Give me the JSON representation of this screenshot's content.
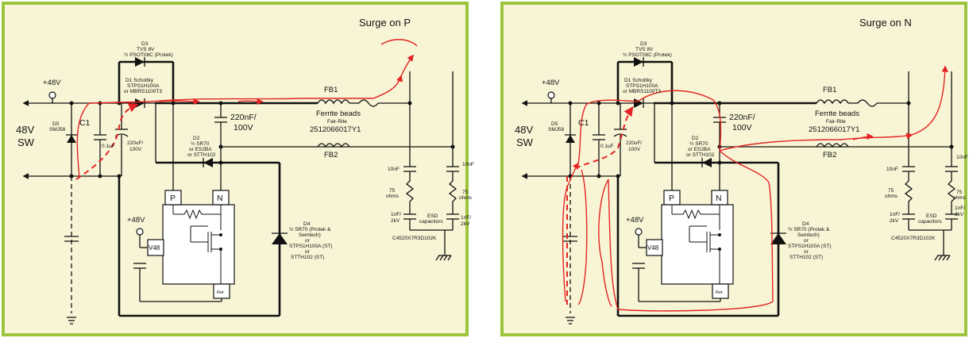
{
  "panels": [
    {
      "title": "Surge on P",
      "labels": {
        "plus48_top": "+48V",
        "plus48_ic": "+48V",
        "sw_48v": "48V",
        "sw": "SW",
        "d3_l1": "D3",
        "d3_l2": "TVS 8V",
        "d3_l3": "½ PSOT08C (Protek)",
        "d1_l1": "D1 Schottky",
        "d1_l2": "STPS1H100A",
        "d1_l3": "or MBRS1100T3",
        "d5_l1": "D5",
        "d5_l2": "SMJ58",
        "c1": "C1",
        "c_01uf": "0.1uF",
        "c_220uf_l1": "220uF/",
        "c_220uf_l2": "100V",
        "c_220nf_l1": "220nF/",
        "c_220nf_l2": "100V",
        "d2_l1": "D2",
        "d2_l2": "½ SR70",
        "d2_l3": "or ES2BA",
        "d2_l4": "or STTH102",
        "fb1": "FB1",
        "fb2": "FB2",
        "ferrite_l1": "Ferrite beads",
        "ferrite_l2": "Fair-Rite",
        "ferrite_l3": "2512066017Y1",
        "c_10nf_a": "10nF",
        "c_10nf_b": "10nF",
        "r75_a_l1": "75",
        "r75_a_l2": "ohms",
        "r75_b_l1": "75",
        "r75_b_l2": "ohms",
        "c_1nf_a_l1": "1nF/",
        "c_1nf_a_l2": "2kV",
        "c_1nf_b_l1": "1nF/",
        "c_1nf_b_l2": "2kV",
        "esd_l1": "ESD",
        "esd_l2": "capacitors",
        "cap_part": "C4520X7R3D102K",
        "pin_p": "P",
        "pin_n": "N",
        "v48": "V48",
        "ret": "Ret",
        "d4_l1": "D4",
        "d4_l2": "½ SR70 (Protek &",
        "d4_l3": "Semtech)",
        "d4_l4": "or",
        "d4_l5": "STPS1H100A (ST)",
        "d4_l6": "or",
        "d4_l7": "STTH102 (ST)"
      }
    },
    {
      "title": "Surge on N",
      "labels": {
        "plus48_top": "+48V",
        "plus48_ic": "+48V",
        "sw_48v": "48V",
        "sw": "SW",
        "d3_l1": "D3",
        "d3_l2": "TVS 8V",
        "d3_l3": "½ PSOT08C (Protek)",
        "d1_l1": "D1 Schottky",
        "d1_l2": "STPS1H100A",
        "d1_l3": "or MBRS1100T3",
        "d5_l1": "D5",
        "d5_l2": "SMJ58",
        "c1": "C1",
        "c_01uf": "0.1uF",
        "c_220uf_l1": "220uF/",
        "c_220uf_l2": "100V",
        "c_220nf_l1": "220nF/",
        "c_220nf_l2": "100V",
        "d2_l1": "D2",
        "d2_l2": "½ SR70",
        "d2_l3": "or ES2BA",
        "d2_l4": "or STTH102",
        "fb1": "FB1",
        "fb2": "FB2",
        "ferrite_l1": "Ferrite beads",
        "ferrite_l2": "Fair-Rite",
        "ferrite_l3": "2512066017Y1",
        "c_10nf_a": "10nF",
        "c_10nf_b": "10nF",
        "r75_a_l1": "75",
        "r75_a_l2": "ohms",
        "r75_b_l1": "75",
        "r75_b_l2": "ohms",
        "c_1nf_a_l1": "1nF/",
        "c_1nf_a_l2": "2kV",
        "c_1nf_b_l1": "1nF/",
        "c_1nf_b_l2": "2kV",
        "esd_l1": "ESD",
        "esd_l2": "capacitors",
        "cap_part": "C4520X7R3D102K",
        "pin_p": "P",
        "pin_n": "N",
        "v48": "V48",
        "ret": "Ret",
        "d4_l1": "D4",
        "d4_l2": "½ SR70 (Protek &",
        "d4_l3": "Semtech)",
        "d4_l4": "or",
        "d4_l5": "STPS1H100A (ST)",
        "d4_l6": "or",
        "d4_l7": "STTH102 (ST)"
      }
    }
  ],
  "colors": {
    "panel_fill": "#f8f5d6",
    "panel_border": "#9bc53d",
    "surge_path": "#e32424",
    "wire": "#111111"
  }
}
